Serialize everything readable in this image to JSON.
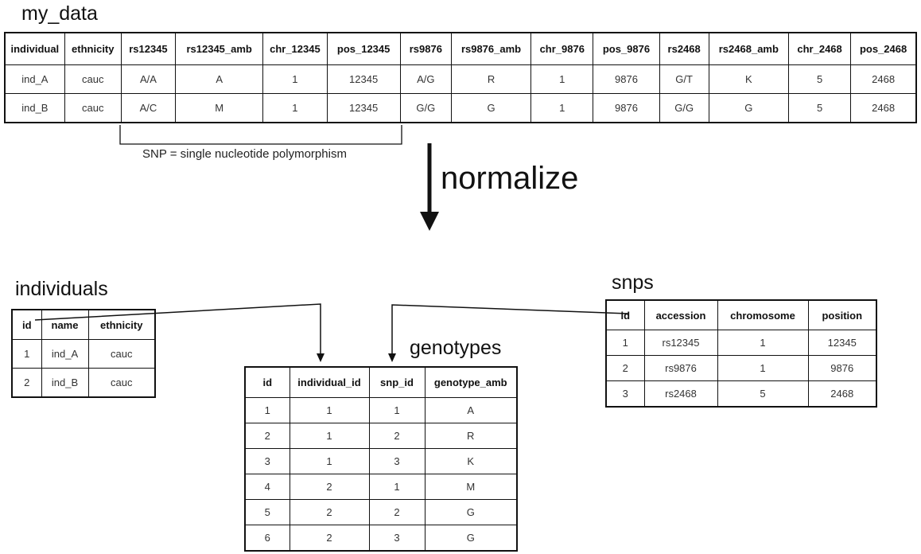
{
  "titles": {
    "my_data": "my_data",
    "individuals": "individuals",
    "genotypes": "genotypes",
    "snps": "snps"
  },
  "arrow_label": "normalize",
  "snp_caption": "SNP = single nucleotide polymorphism",
  "my_data": {
    "headers": [
      "individual",
      "ethnicity",
      "rs12345",
      "rs12345_amb",
      "chr_12345",
      "pos_12345",
      "rs9876",
      "rs9876_amb",
      "chr_9876",
      "pos_9876",
      "rs2468",
      "rs2468_amb",
      "chr_2468",
      "pos_2468"
    ],
    "rows": [
      [
        "ind_A",
        "cauc",
        "A/A",
        "A",
        "1",
        "12345",
        "A/G",
        "R",
        "1",
        "9876",
        "G/T",
        "K",
        "5",
        "2468"
      ],
      [
        "ind_B",
        "cauc",
        "A/C",
        "M",
        "1",
        "12345",
        "G/G",
        "G",
        "1",
        "9876",
        "G/G",
        "G",
        "5",
        "2468"
      ]
    ]
  },
  "individuals": {
    "headers": [
      "id",
      "name",
      "ethnicity"
    ],
    "rows": [
      [
        "1",
        "ind_A",
        "cauc"
      ],
      [
        "2",
        "ind_B",
        "cauc"
      ]
    ]
  },
  "genotypes": {
    "headers": [
      "id",
      "individual_id",
      "snp_id",
      "genotype_amb"
    ],
    "rows": [
      [
        "1",
        "1",
        "1",
        "A"
      ],
      [
        "2",
        "1",
        "2",
        "R"
      ],
      [
        "3",
        "1",
        "3",
        "K"
      ],
      [
        "4",
        "2",
        "1",
        "M"
      ],
      [
        "5",
        "2",
        "2",
        "G"
      ],
      [
        "6",
        "2",
        "3",
        "G"
      ]
    ]
  },
  "snps": {
    "headers": [
      "id",
      "accession",
      "chromosome",
      "position"
    ],
    "rows": [
      [
        "1",
        "rs12345",
        "1",
        "12345"
      ],
      [
        "2",
        "rs9876",
        "1",
        "9876"
      ],
      [
        "3",
        "rs2468",
        "5",
        "2468"
      ]
    ]
  },
  "colors": {
    "line": "#111111",
    "text": "#111111"
  }
}
